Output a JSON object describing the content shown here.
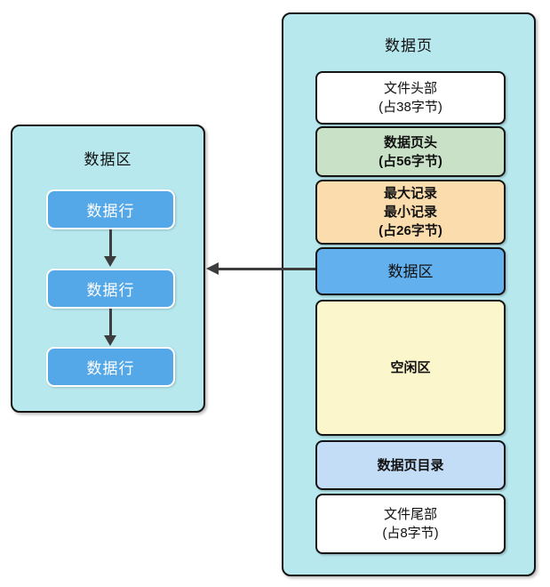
{
  "left_box": {
    "title": "数据区",
    "fill": "#b6e8ee",
    "row_fill": "#55a8e8",
    "rows": [
      {
        "label": "数据行"
      },
      {
        "label": "数据行"
      },
      {
        "label": "数据行"
      }
    ]
  },
  "right_box": {
    "title": "数据页",
    "fill": "#b6e8ee",
    "sections": [
      {
        "name": "file-header",
        "lines": [
          "文件头部",
          "(占38字节)"
        ],
        "fill": "#ffffff"
      },
      {
        "name": "page-header",
        "lines": [
          "数据页头",
          "(占56字节)"
        ],
        "fill": "#c9e2c7"
      },
      {
        "name": "max-min-record",
        "lines": [
          "最大记录",
          "最小记录",
          "(占26字节)"
        ],
        "fill": "#fbdcad"
      },
      {
        "name": "data-area",
        "lines": [
          "数据区"
        ],
        "fill": "#63b0ee"
      },
      {
        "name": "free-area",
        "lines": [
          "空闲区"
        ],
        "fill": "#fcf6cd"
      },
      {
        "name": "page-directory",
        "lines": [
          "数据页目录"
        ],
        "fill": "#c3ddf7"
      },
      {
        "name": "file-trailer",
        "lines": [
          "文件尾部",
          "(占8字节)"
        ],
        "fill": "#ffffff"
      }
    ]
  },
  "colors": {
    "container_fill": "#b6e8ee",
    "border": "#141414",
    "arrow": "#3d3d3d",
    "canvas_bg": "#ffffff"
  }
}
